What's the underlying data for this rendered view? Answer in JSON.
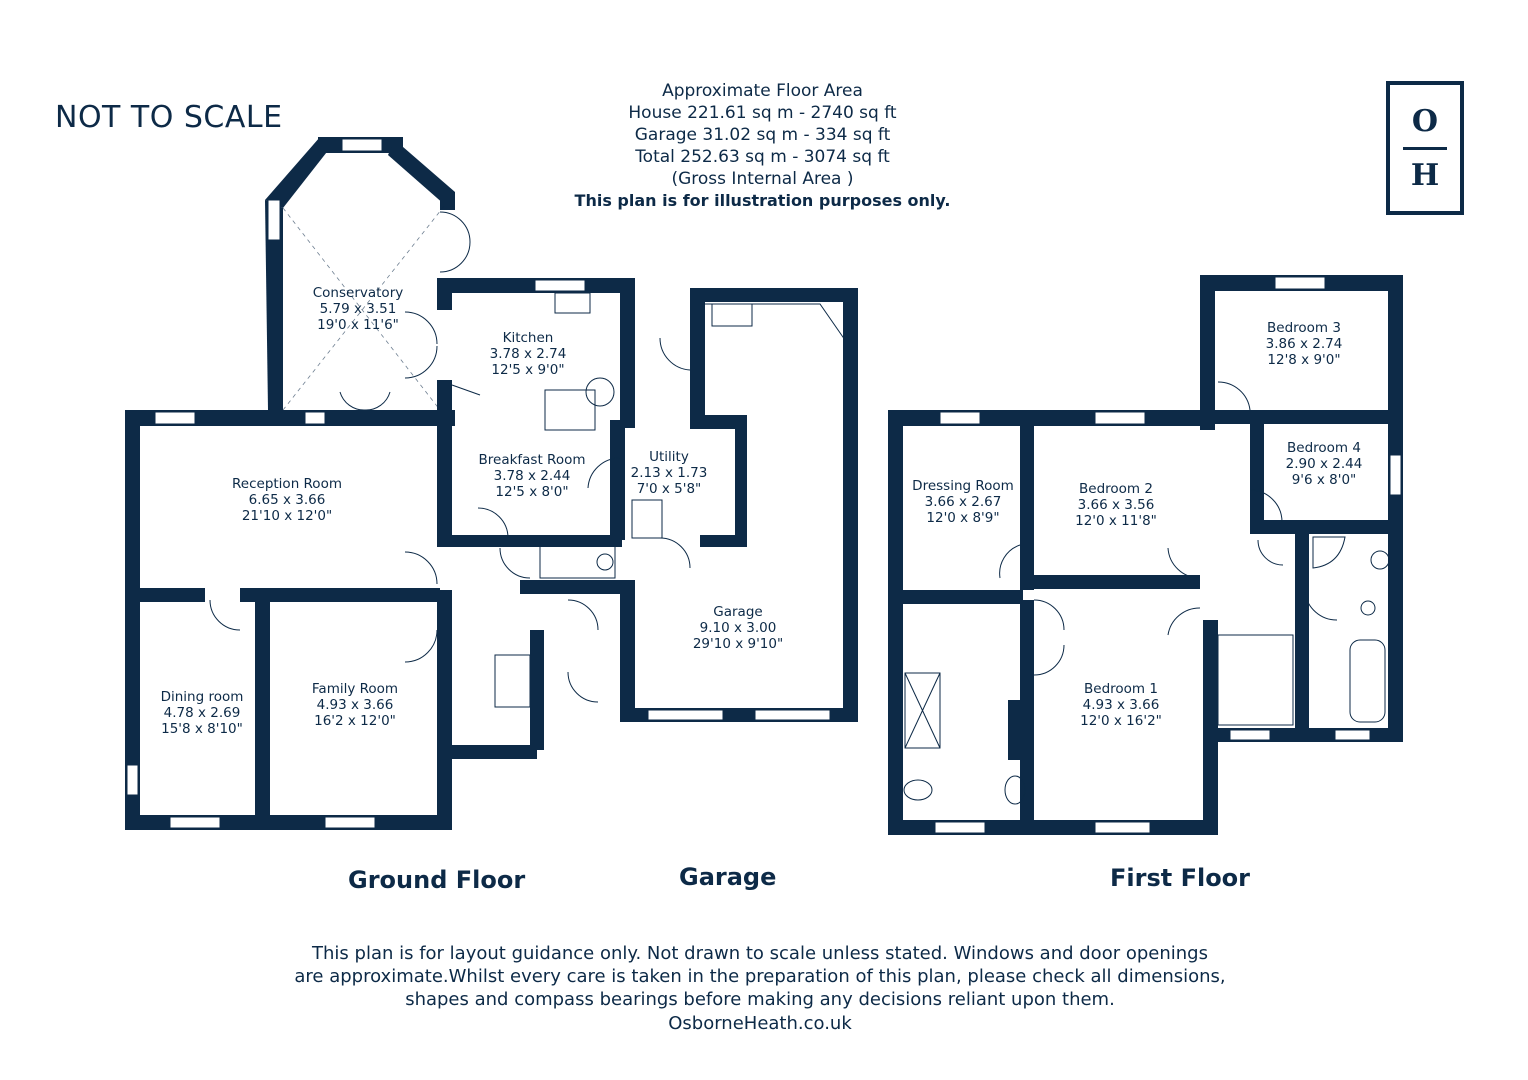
{
  "not_to_scale": "NOT TO SCALE",
  "area": {
    "line1": "Approximate Floor Area",
    "line2": "House 221.61 sq m - 2740 sq ft",
    "line3": "Garage 31.02 sq m - 334 sq ft",
    "line4": "Total 252.63 sq m - 3074 sq ft",
    "line5": "(Gross Internal Area )",
    "note": "This plan is for illustration purposes only."
  },
  "logo": {
    "top": "O",
    "bottom": "H"
  },
  "floors": {
    "ground": "Ground Floor",
    "garage": "Garage",
    "first": "First Floor"
  },
  "rooms": {
    "conservatory": {
      "name": "Conservatory",
      "metric": "5.79 x 3.51",
      "imperial": "19'0 x 11'6\""
    },
    "kitchen": {
      "name": "Kitchen",
      "metric": "3.78 x 2.74",
      "imperial": "12'5 x 9'0\""
    },
    "reception": {
      "name": "Reception Room",
      "metric": "6.65 x 3.66",
      "imperial": "21'10 x 12'0\""
    },
    "breakfast": {
      "name": "Breakfast Room",
      "metric": "3.78 x 2.44",
      "imperial": "12'5 x 8'0\""
    },
    "utility": {
      "name": "Utility",
      "metric": "2.13 x 1.73",
      "imperial": "7'0 x 5'8\""
    },
    "garage": {
      "name": "Garage",
      "metric": "9.10 x 3.00",
      "imperial": "29'10 x 9'10\""
    },
    "dining": {
      "name": "Dining room",
      "metric": "4.78 x 2.69",
      "imperial": "15'8 x 8'10\""
    },
    "family": {
      "name": "Family Room",
      "metric": "4.93 x 3.66",
      "imperial": "16'2 x 12'0\""
    },
    "dressing": {
      "name": "Dressing Room",
      "metric": "3.66 x 2.67",
      "imperial": "12'0 x 8'9\""
    },
    "bedroom2": {
      "name": "Bedroom 2",
      "metric": "3.66 x 3.56",
      "imperial": "12'0 x 11'8\""
    },
    "bedroom3": {
      "name": "Bedroom 3",
      "metric": "3.86 x 2.74",
      "imperial": "12'8 x 9'0\""
    },
    "bedroom4": {
      "name": "Bedroom 4",
      "metric": "2.90 x 2.44",
      "imperial": "9'6 x 8'0\""
    },
    "bedroom1": {
      "name": "Bedroom 1",
      "metric": "4.93 x 3.66",
      "imperial": "12'0 x 16'2\""
    }
  },
  "disclaimer": {
    "line1": "This plan is for layout guidance only. Not drawn to scale unless stated. Windows and door openings",
    "line2": "are approximate.Whilst every care is taken in the preparation of this plan, please check all dimensions,",
    "line3": "shapes and compass bearings before making any decisions reliant upon them."
  },
  "website": "OsborneHeath.co.uk",
  "colors": {
    "ink": "#0d2a47",
    "background": "#ffffff"
  }
}
